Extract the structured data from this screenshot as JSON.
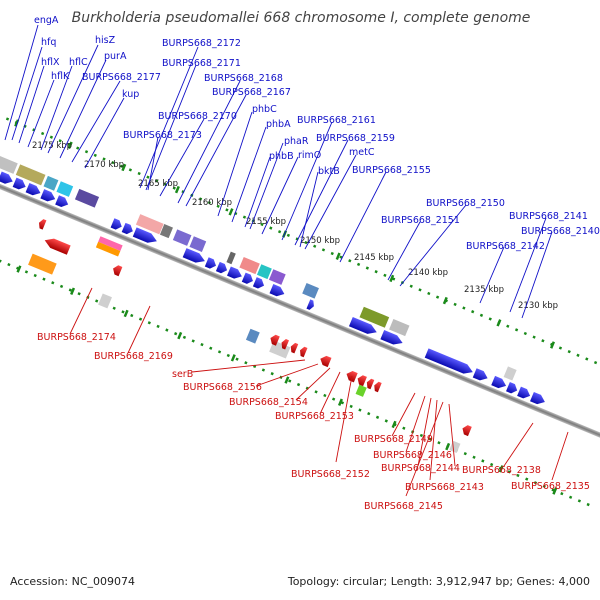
{
  "title": "Burkholderia pseudomallei 668 chromosome I, complete genome",
  "footer": {
    "accession": "Accession: NC_009074",
    "summary": "Topology: circular; Length: 3,912,947 bp; Genes: 4,000"
  },
  "colors": {
    "top_strand": "#1010c8",
    "bottom_strand": "#cc1010",
    "backbone": "#808080",
    "tick": "#1a8a1a"
  },
  "scale_labels": [
    "2175 kbp",
    "2170 kbp",
    "2165 kbp",
    "2160 kbp",
    "2155 kbp",
    "2150 kbp",
    "2145 kbp",
    "2140 kbp",
    "2135 kbp",
    "2130 kbp"
  ],
  "top_labels": [
    "engA",
    "hfq",
    "hflX",
    "hflC",
    "hflK",
    "hisZ",
    "purA",
    "BURPS668_2177",
    "kup",
    "BURPS668_2172",
    "BURPS668_2171",
    "BURPS668_2168",
    "BURPS668_2167",
    "BURPS668_2170",
    "BURPS668_2173",
    "phbC",
    "phbA",
    "phaR",
    "phbB",
    "rimO",
    "BURPS668_2161",
    "BURPS668_2159",
    "metC",
    "bktB",
    "BURPS668_2155",
    "BURPS668_2150",
    "BURPS668_2151",
    "BURPS668_2141",
    "BURPS668_2140",
    "BURPS668_2142"
  ],
  "bottom_labels": [
    "BURPS668_2174",
    "BURPS668_2169",
    "serB",
    "BURPS668_2156",
    "BURPS668_2154",
    "BURPS668_2153",
    "BURPS668_2152",
    "BURPS668_2149",
    "BURPS668_2146",
    "BURPS668_2144",
    "BURPS668_2143",
    "BURPS668_2145",
    "BURPS668_2138",
    "BURPS668_2135"
  ]
}
